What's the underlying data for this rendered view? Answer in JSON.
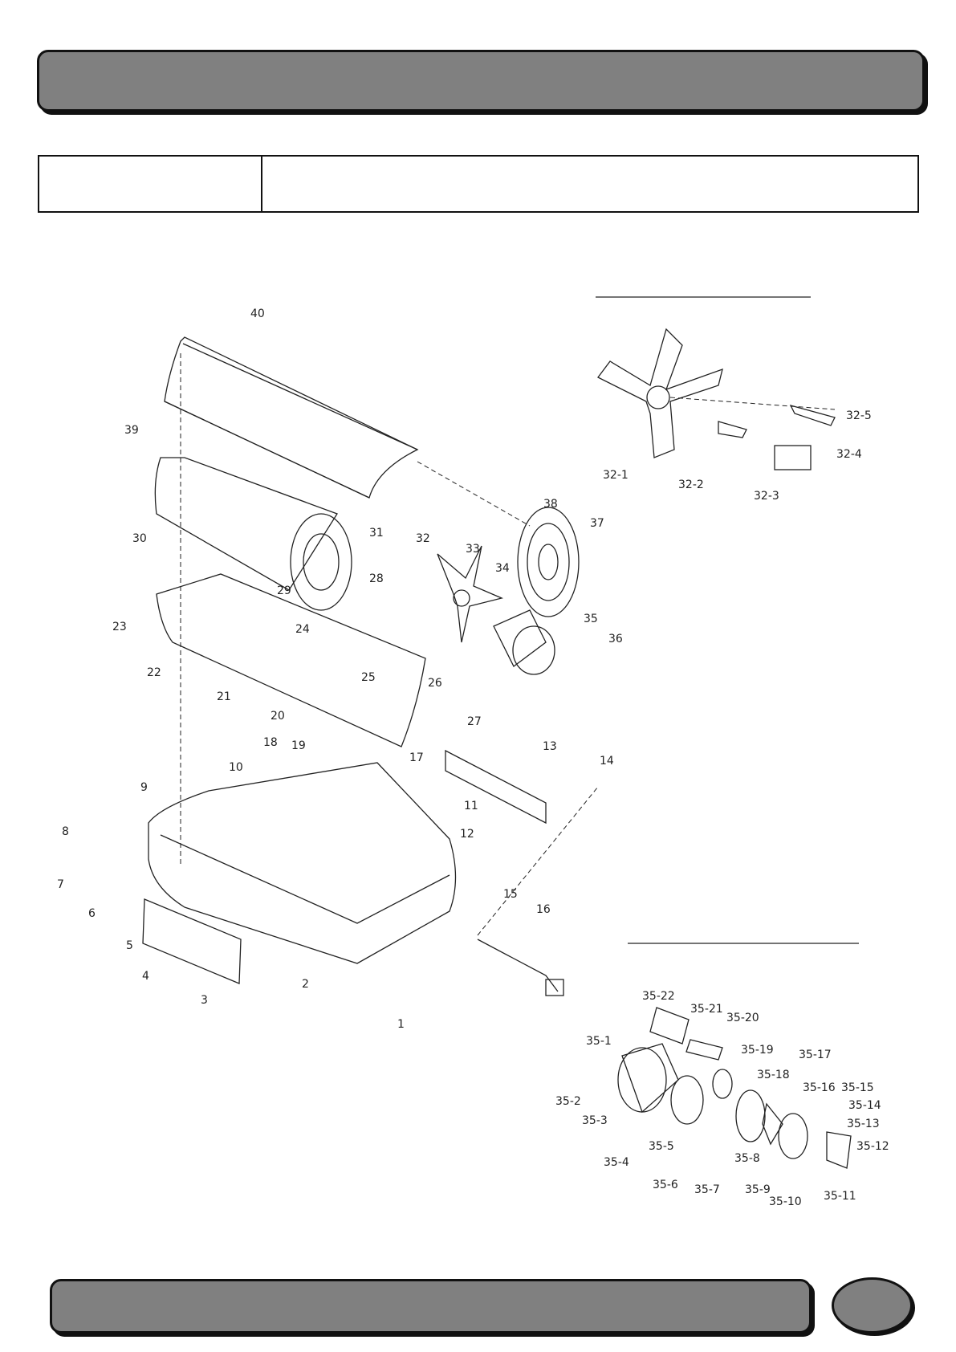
{
  "diagram": {
    "main_labels": [
      "40",
      "39",
      "30",
      "31",
      "32",
      "33",
      "34",
      "35",
      "36",
      "37",
      "38",
      "28",
      "29",
      "23",
      "24",
      "25",
      "26",
      "27",
      "22",
      "21",
      "20",
      "19",
      "18",
      "17",
      "10",
      "9",
      "8",
      "7",
      "6",
      "5",
      "4",
      "3",
      "2",
      "1",
      "11",
      "12",
      "13",
      "14",
      "15",
      "16"
    ],
    "inset_fan_labels": [
      "32-1",
      "32-2",
      "32-3",
      "32-4",
      "32-5"
    ],
    "inset_motor_labels": [
      "35-1",
      "35-2",
      "35-3",
      "35-4",
      "35-5",
      "35-6",
      "35-7",
      "35-8",
      "35-9",
      "35-10",
      "35-11",
      "35-12",
      "35-13",
      "35-14",
      "35-15",
      "35-16",
      "35-17",
      "35-18",
      "35-19",
      "35-20",
      "35-21",
      "35-22"
    ]
  },
  "colors": {
    "banner": "#808080",
    "line": "#222222"
  }
}
